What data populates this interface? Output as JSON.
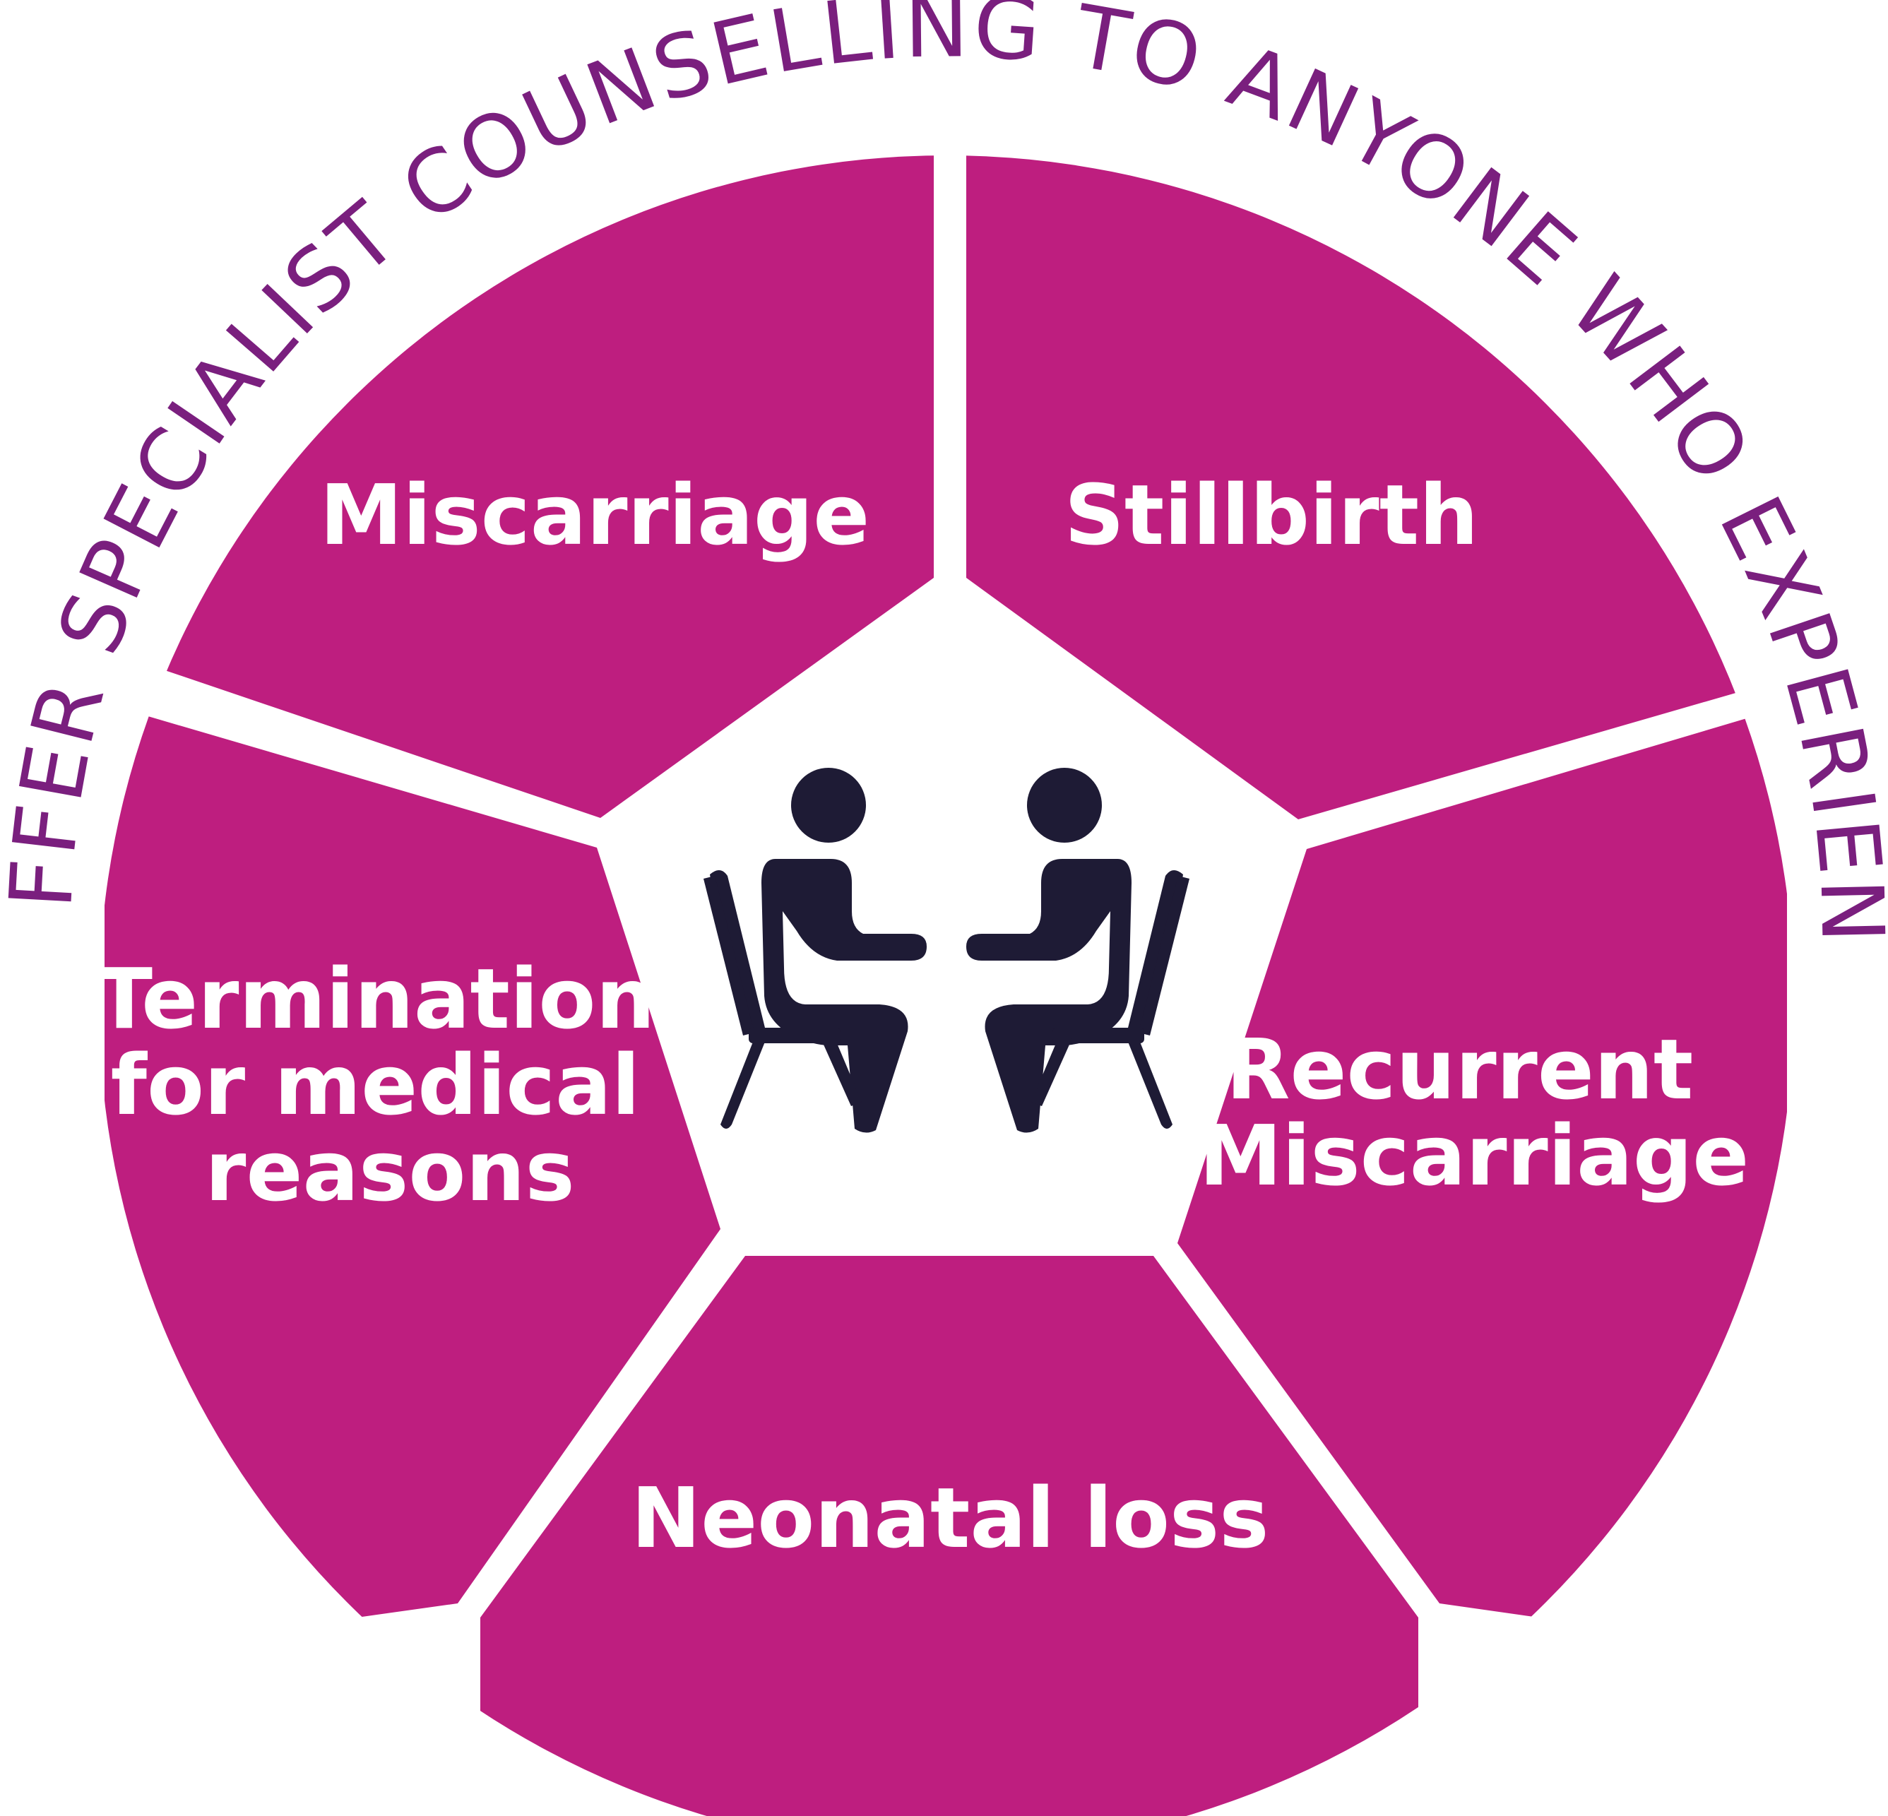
{
  "heading": "WE OFFER SPECIALIST COUNSELLING TO ANYONE WHO EXPERIENCES:",
  "colors": {
    "segment_fill": "#be1e7f",
    "heading_text": "#7a1f7e",
    "icon_fill": "#1e1b35",
    "label_text": "#ffffff",
    "background": "#ffffff"
  },
  "center_icon": "two-people-counselling-icon",
  "segments": [
    {
      "id": "miscarriage",
      "lines": [
        "Miscarriage"
      ]
    },
    {
      "id": "stillbirth",
      "lines": [
        "Stillbirth"
      ]
    },
    {
      "id": "recurrent-miscarriage",
      "lines": [
        "Recurrent",
        "Miscarriage"
      ]
    },
    {
      "id": "neonatal-loss",
      "lines": [
        "Neonatal loss"
      ]
    },
    {
      "id": "termination",
      "lines": [
        "Termination",
        "for medical",
        "reasons"
      ]
    }
  ]
}
